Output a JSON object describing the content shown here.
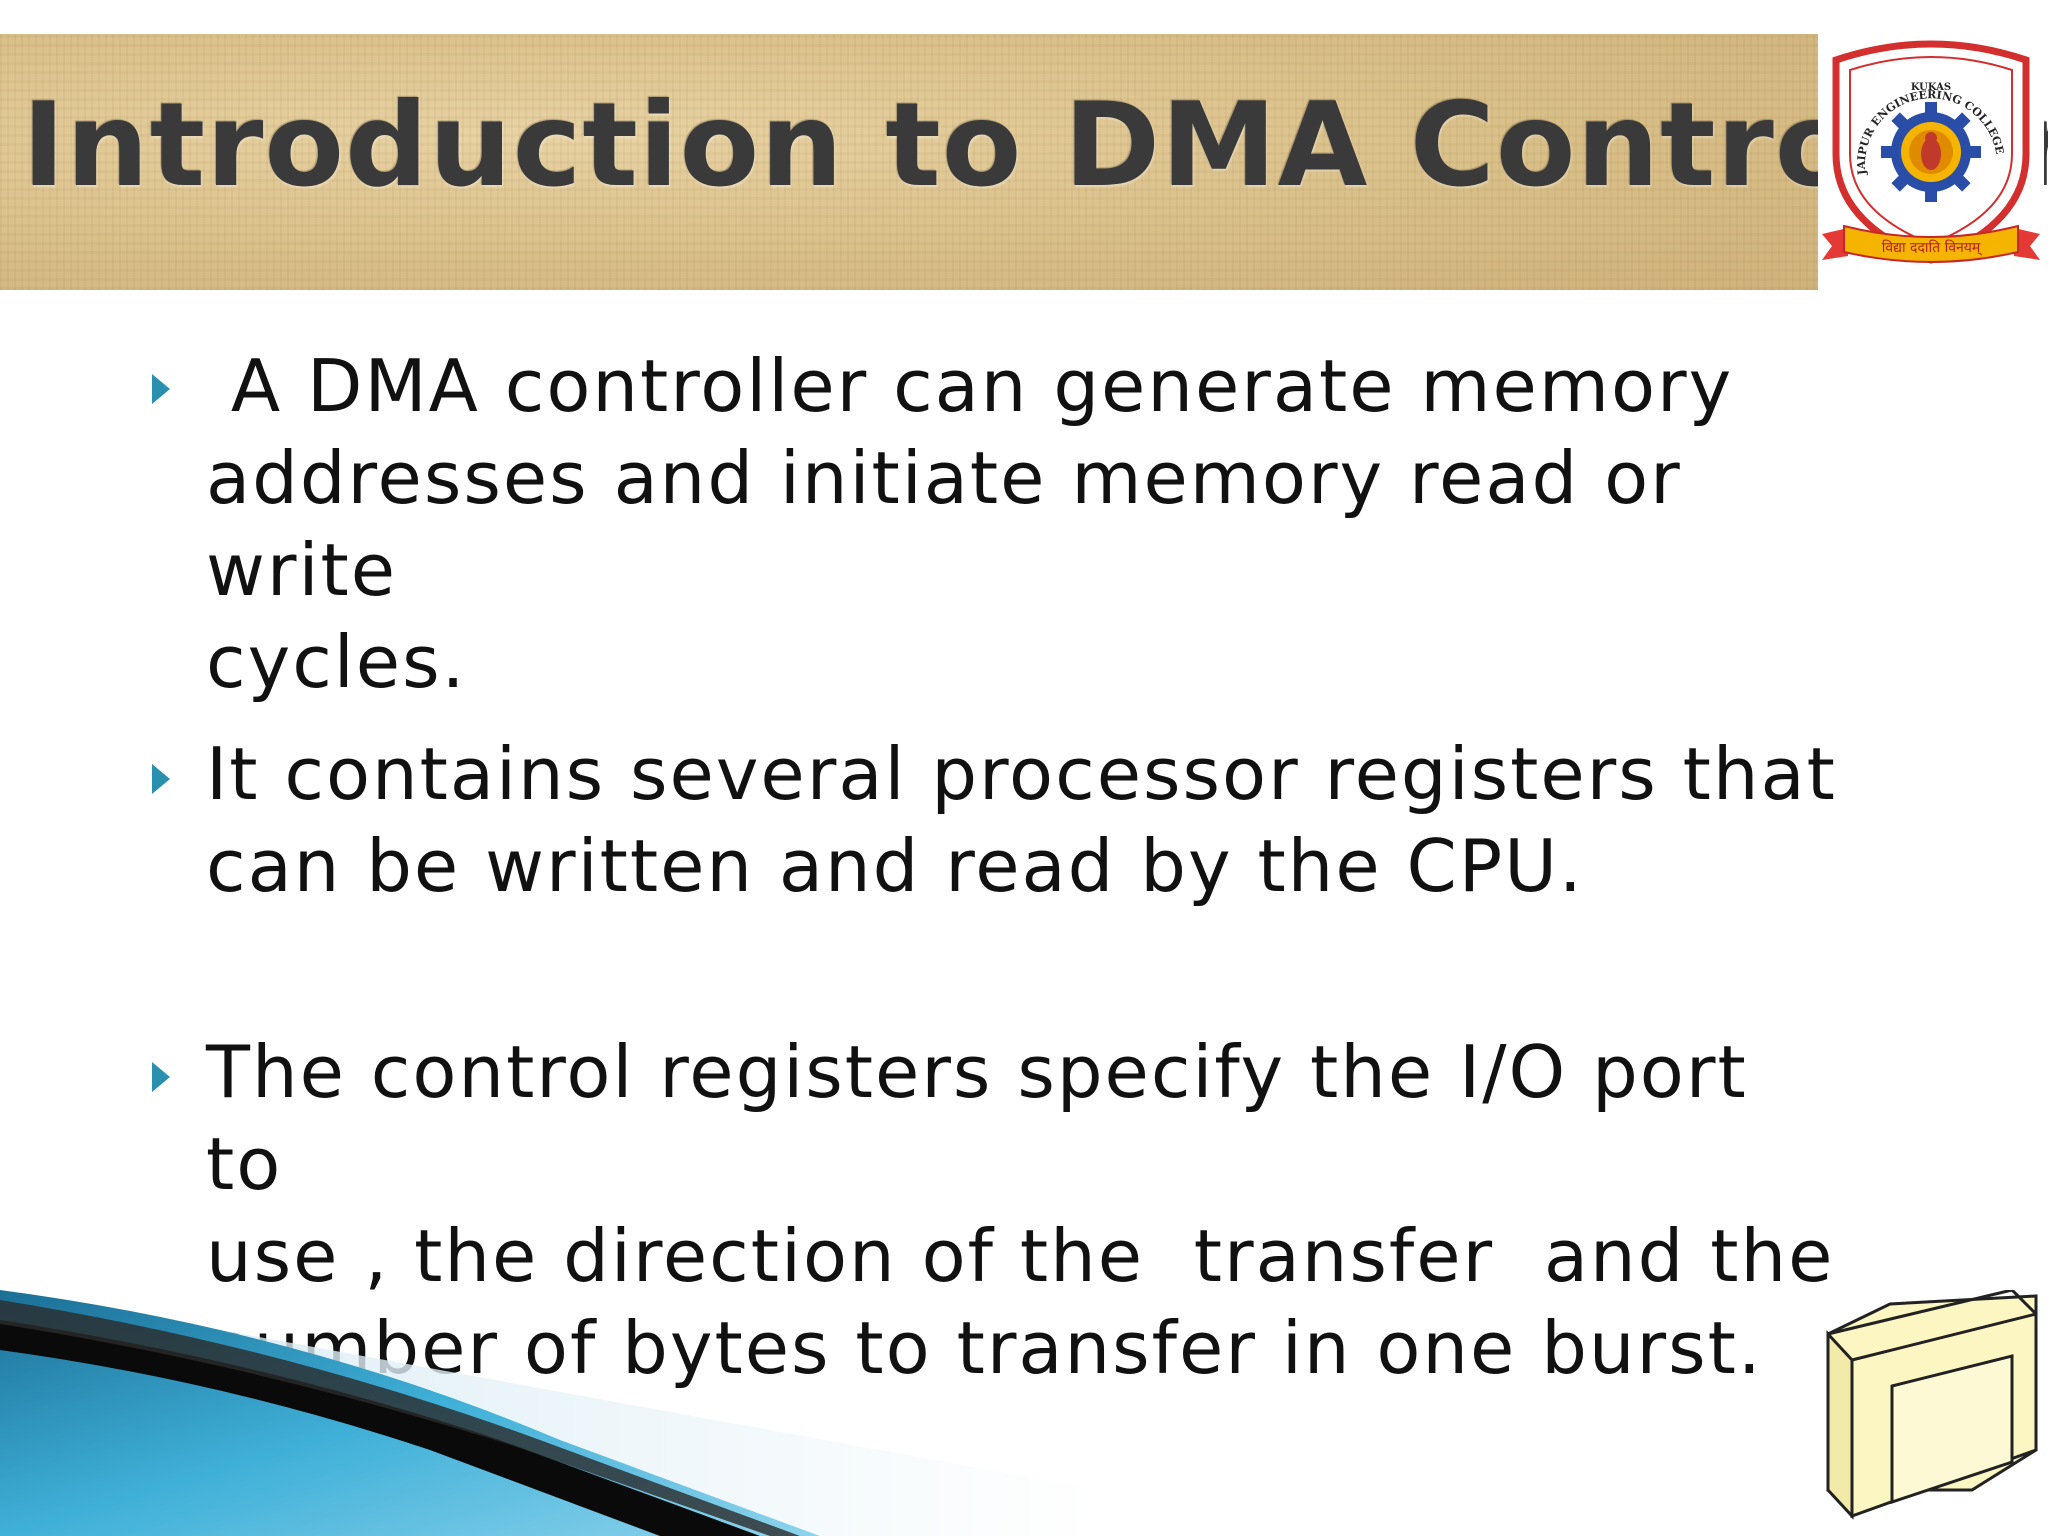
{
  "slide": {
    "title": "Introduction to DMA Controller",
    "logo": {
      "icon": "college-emblem",
      "arc_text": "JAIPUR ENGINEERING COLLEGE",
      "sub_text": "KUKAS",
      "ribbon_text": "विद्या ददाति विनयम्"
    },
    "bullets": [
      {
        "text": " A DMA controller can generate memory\naddresses and initiate memory read or write\ncycles."
      },
      {
        "text": "It contains several processor registers that\ncan be written and read by the CPU."
      },
      {
        "text": "The control registers specify the I/O port to\nuse , the direction of the  transfer  and the\nnumber of bytes to transfer in one burst."
      }
    ],
    "colors": {
      "bullet_arrow": "#2b8fb0",
      "title_text": "#3b3a3a",
      "title_band": "#d9bf88",
      "deco_blue": "#2f9cc6",
      "deco_box_fill": "#fbf6c2"
    }
  }
}
